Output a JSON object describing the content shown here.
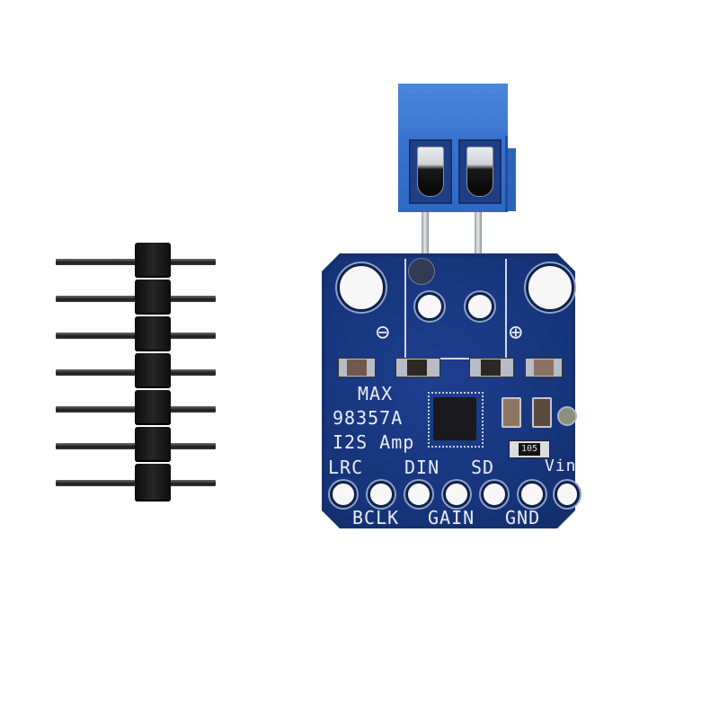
{
  "scene": {
    "description": "Product photo: MAX98357A I2S amplifier breakout board with blue 2-pin screw terminal and a separate 7-pin male header strip on white background",
    "background_color": "#ffffff",
    "pcb_color": "#1a3a85"
  },
  "header_strip": {
    "pin_count": 7,
    "housing_color": "#111111"
  },
  "terminal_block": {
    "positions": 2,
    "color": "#3a76d2"
  },
  "board": {
    "chip_label": {
      "line1": "MAX",
      "line2": "98357A",
      "line3": "I2S Amp"
    },
    "polarity": {
      "minus": "⊖",
      "plus": "⊕"
    },
    "top_pin_labels": [
      "LRC",
      "DIN",
      "SD",
      "Vin"
    ],
    "bottom_pin_labels": [
      "BCLK",
      "GAIN",
      "GND"
    ],
    "pad_count": 7,
    "resistor_marking": "105"
  }
}
